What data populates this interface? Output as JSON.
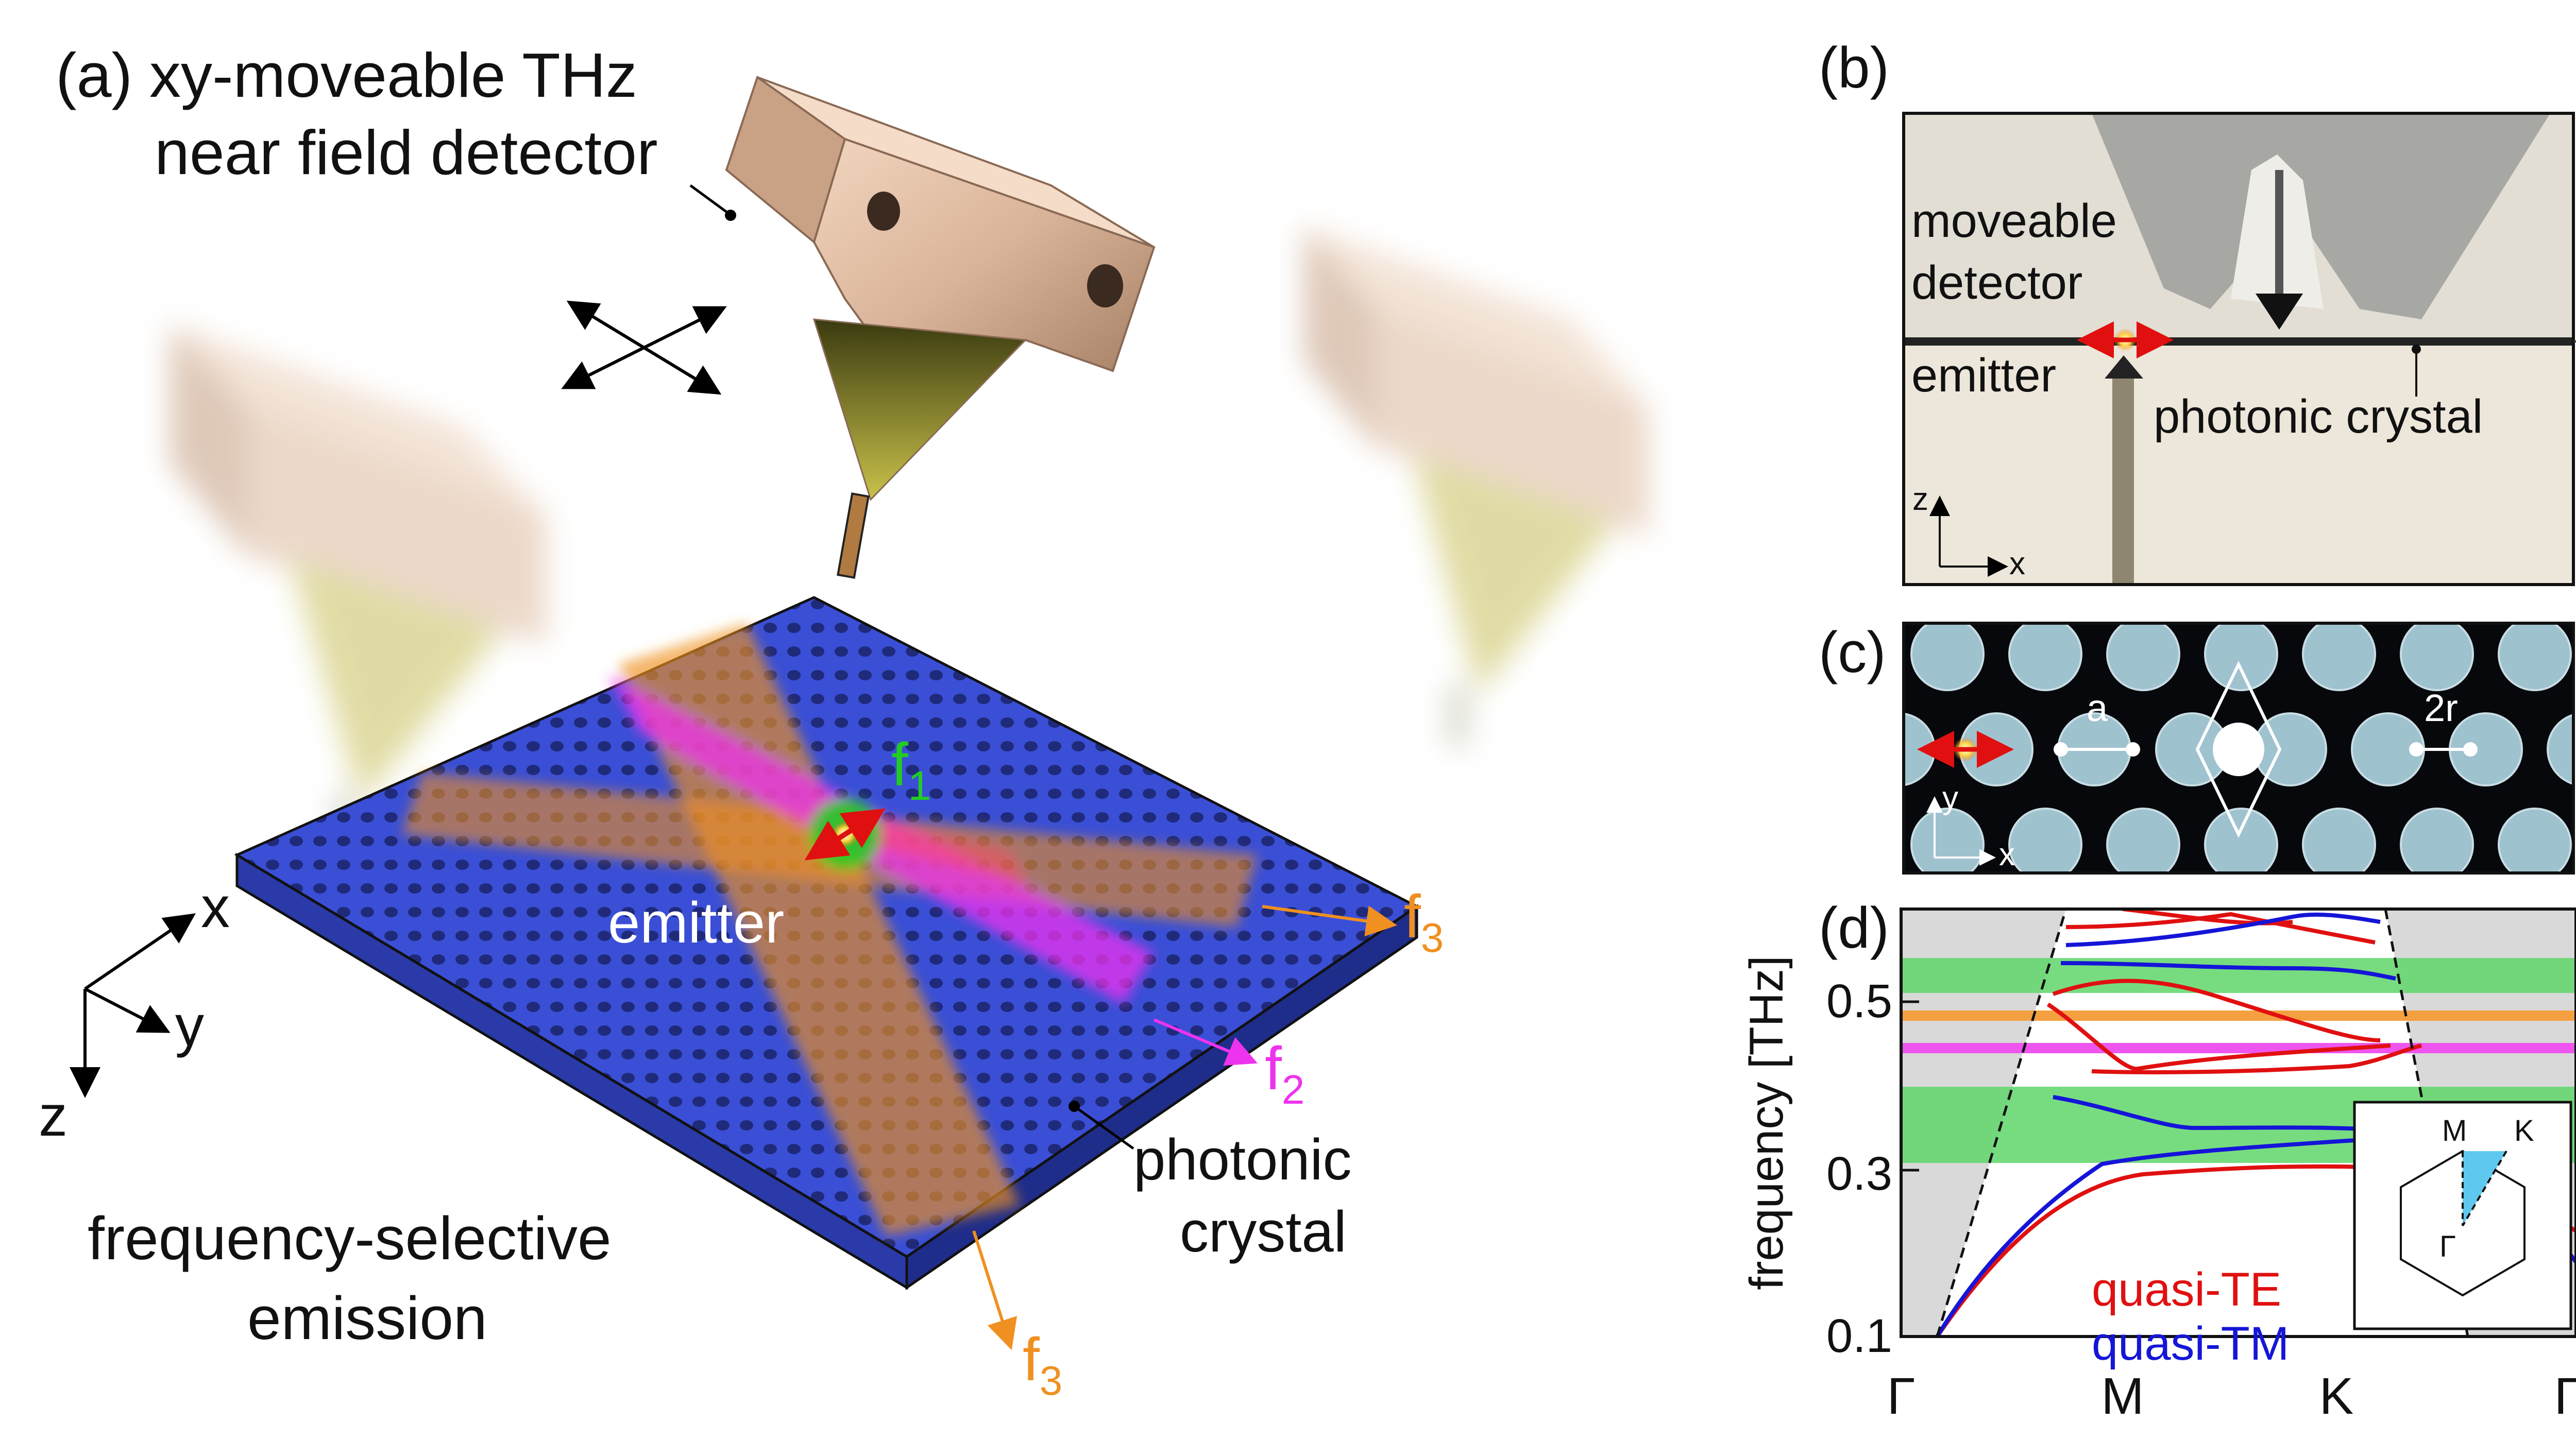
{
  "panel_a": {
    "label": "(a)",
    "detector_label_line1": "xy-moveable THz",
    "detector_label_line2": "near field detector",
    "emitter_label": "emitter",
    "crystal_label_line1": "photonic",
    "crystal_label_line2": "crystal",
    "caption_line1": "frequency-selective",
    "caption_line2": "emission",
    "axis_x": "x",
    "axis_y": "y",
    "axis_z": "z",
    "f1": "f",
    "f1_sub": "1",
    "f2": "f",
    "f2_sub": "2",
    "f3_right": "f",
    "f3_right_sub": "3",
    "f3_bottom": "f",
    "f3_bottom_sub": "3",
    "colors": {
      "crystal": "#3a4fd6",
      "f1": "#22cc22",
      "f2": "#ee33ee",
      "f3": "#f09020"
    }
  },
  "panel_b": {
    "label": "(b)",
    "detector_label_line1": "moveable",
    "detector_label_line2": "detector",
    "emitter_label": "emitter",
    "crystal_label": "photonic crystal",
    "axis_z": "z",
    "axis_x": "x"
  },
  "panel_c": {
    "label": "(c)",
    "lattice_label": "a",
    "radius_label": "2r",
    "axis_y": "y",
    "axis_x": "x"
  },
  "panel_d": {
    "label": "(d)",
    "ylabel": "frequency [THz]",
    "yticks": [
      "0.5",
      "0.3",
      "0.1"
    ],
    "xticks": [
      "Γ",
      "M",
      "K",
      "Γ"
    ],
    "legend_te": "quasi-TE",
    "legend_tm": "quasi-TM",
    "inset_m": "M",
    "inset_k": "K",
    "inset_gamma": "Γ",
    "colors": {
      "te": "#e01010",
      "tm": "#1515d8",
      "gap": "#5fd66a",
      "f3_line": "#f5a040",
      "f2_line": "#ee55ee"
    }
  },
  "chart_data": {
    "type": "line",
    "x_categories": [
      "Γ",
      "M",
      "K",
      "Γ"
    ],
    "ylabel": "frequency [THz]",
    "ylim": [
      0.1,
      0.62
    ],
    "band_gaps_thz": [
      [
        0.295,
        0.385
      ],
      [
        0.505,
        0.53
      ]
    ],
    "highlight_lines_thz": {
      "f3": 0.47,
      "f2": 0.43
    },
    "series": [
      {
        "name": "quasi-TE",
        "color": "#e01010"
      },
      {
        "name": "quasi-TM",
        "color": "#1515d8"
      }
    ]
  }
}
